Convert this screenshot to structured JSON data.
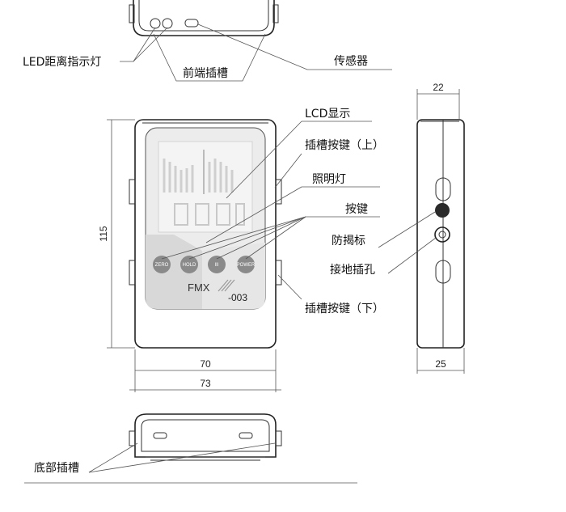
{
  "labels": {
    "led": "LED距离指示灯",
    "front_slot": "前端插槽",
    "sensor": "传感器",
    "lcd": "LCD显示",
    "slot_key_up": "插槽按键（上）",
    "light": "照明灯",
    "keys": "按键",
    "anti_mark": "防揭标",
    "ground_hole": "接地插孔",
    "slot_key_down": "插槽按键（下）",
    "bottom_slot": "底部插槽"
  },
  "dimensions": {
    "height": "115",
    "inner_width": "70",
    "outer_width": "73",
    "side_top": "22",
    "side_bottom": "25"
  },
  "buttons": [
    "ZERO",
    "HOLD",
    "III",
    "POWER"
  ],
  "brand": {
    "model": "FMX",
    "suffix": "-003"
  },
  "colors": {
    "button": "#8a8a8a",
    "screen": "#ececec",
    "line": "#333333"
  }
}
